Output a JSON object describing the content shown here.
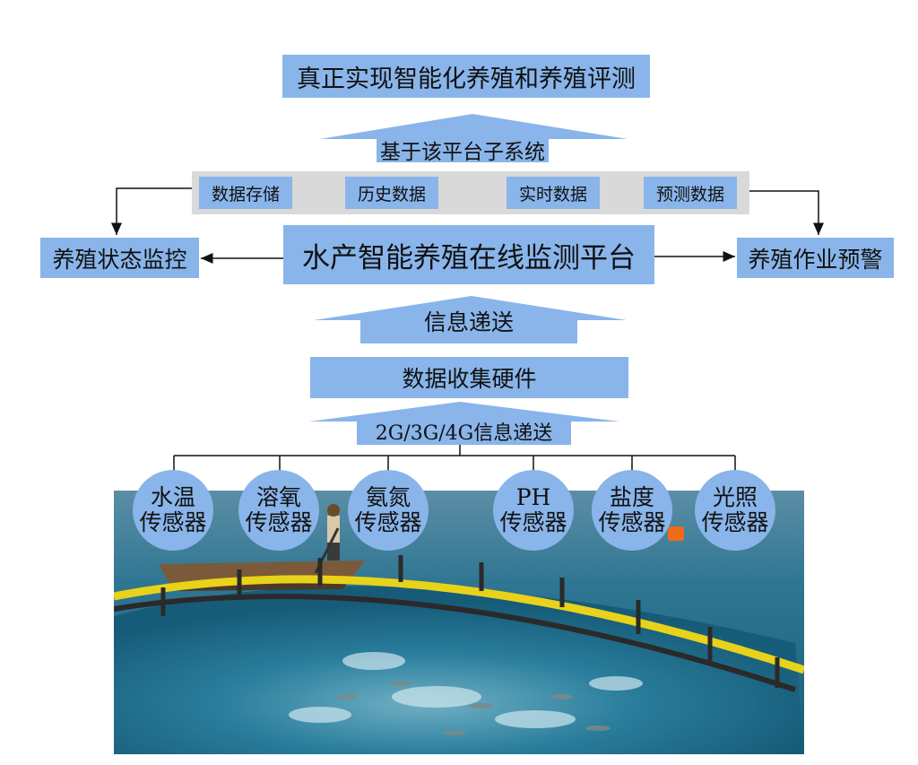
{
  "top_goal": "真正实现智能化养殖和养殖评测",
  "subsystem_arrow_label": "基于该平台子系统",
  "subsystems": [
    {
      "label": "数据存储"
    },
    {
      "label": "历史数据"
    },
    {
      "label": "实时数据"
    },
    {
      "label": "预测数据"
    }
  ],
  "platform": "水产智能养殖在线监测平台",
  "left_output": "养殖状态监控",
  "right_output": "养殖作业预警",
  "info_arrow_label": "信息递送",
  "hardware": "数据收集硬件",
  "network_arrow_label": "2G/3G/4G信息递送",
  "sensors": [
    {
      "line1": "水温",
      "line2": "传感器"
    },
    {
      "line1": "溶氧",
      "line2": "传感器"
    },
    {
      "line1": "氨氮",
      "line2": "传感器"
    },
    {
      "line1": "PH",
      "line2": "传感器"
    },
    {
      "line1": "盐度",
      "line2": "传感器"
    },
    {
      "line1": "光照",
      "line2": "传感器"
    }
  ],
  "colors": {
    "box_fill": "#89b5ea",
    "gray_bar": "#d9d9d9",
    "water": "#1f6b8c",
    "cage_ring": "#e8d21a"
  }
}
